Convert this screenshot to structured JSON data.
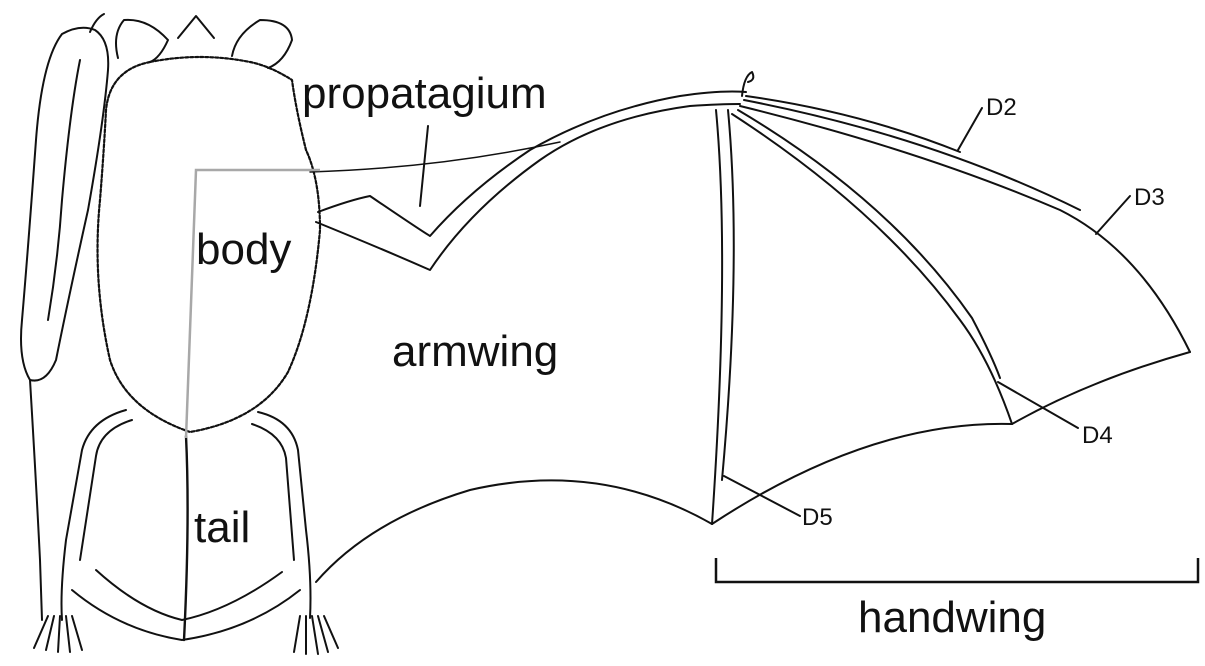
{
  "labels": {
    "propatagium": "propatagium",
    "body": "body",
    "armwing": "armwing",
    "tail": "tail",
    "handwing": "handwing",
    "d2": "D2",
    "d3": "D3",
    "d4": "D4",
    "d5": "D5"
  },
  "colors": {
    "line": "#111111",
    "guide": "#a8a8a8",
    "background": "#ffffff"
  }
}
